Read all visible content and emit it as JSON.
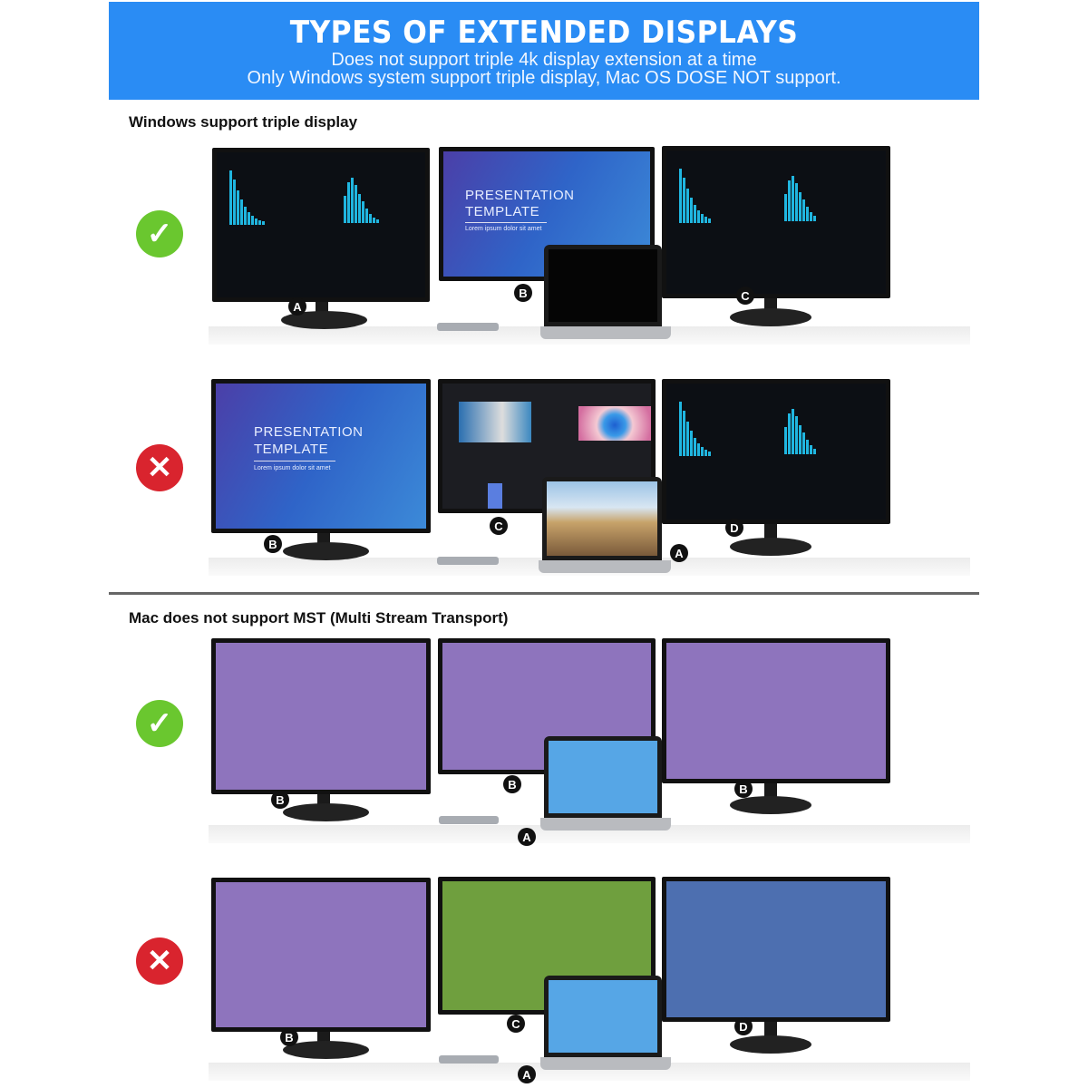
{
  "banner": {
    "title": "TYPES OF EXTENDED DISPLAYS",
    "line1": "Does not support triple 4k display extension at a time",
    "line2": "Only Windows system support triple display, Mac OS DOSE NOT support."
  },
  "sections": [
    {
      "label": "Windows support triple display"
    },
    {
      "label": "Mac does not support MST (Multi Stream Transport)"
    }
  ],
  "rows": [
    {
      "status": "supported",
      "icon": "check-icon",
      "glyph": "✓",
      "badges": [
        "A",
        "B",
        "C"
      ],
      "screens": [
        "dashboard",
        "presentation",
        "dashboard"
      ],
      "laptop_screen": "off"
    },
    {
      "status": "not-supported",
      "icon": "x-icon",
      "glyph": "✕",
      "badges": [
        "B",
        "C",
        "D",
        "A"
      ],
      "screens": [
        "presentation",
        "video-editor",
        "dashboard"
      ],
      "laptop_screen": "mountain-photo"
    },
    {
      "status": "supported",
      "icon": "check-icon",
      "glyph": "✓",
      "badges": [
        "B",
        "B",
        "B",
        "A"
      ],
      "screens": [
        "#8e74bd",
        "#8e74bd",
        "#8e74bd"
      ],
      "laptop_screen": "#56a6e6"
    },
    {
      "status": "not-supported",
      "icon": "x-icon",
      "glyph": "✕",
      "badges": [
        "B",
        "C",
        "D",
        "A"
      ],
      "screens": [
        "#8e74bd",
        "#6f9f3e",
        "#4d6fb0"
      ],
      "laptop_screen": "#56a6e6"
    }
  ],
  "presentation": {
    "title1": "PRESENTATION",
    "title2": "TEMPLATE",
    "lorem": "Lorem ipsum dolor sit amet"
  },
  "colors": {
    "banner": "#2a8cf4",
    "check": "#6ac72f",
    "cross": "#d9242e",
    "purple": "#8e74bd",
    "green": "#6f9f3e",
    "blue": "#4d6fb0",
    "laptop_blue": "#56a6e6"
  }
}
